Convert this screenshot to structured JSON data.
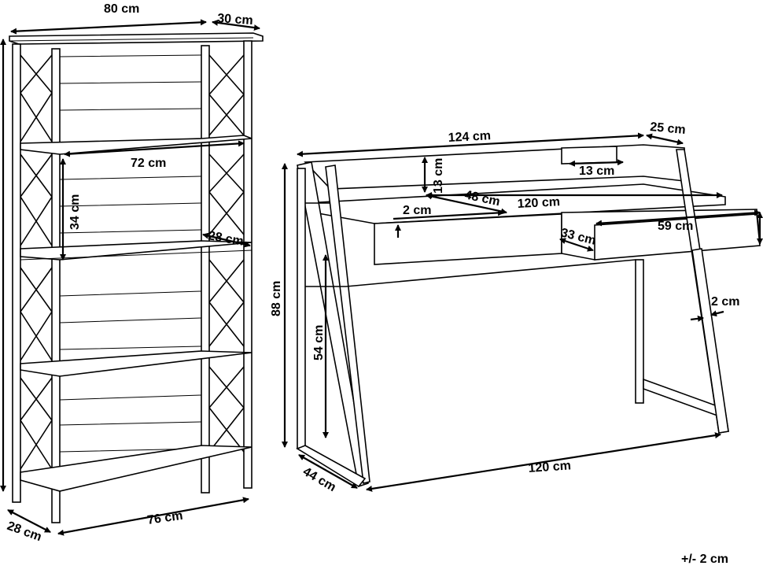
{
  "shelf": {
    "width_top": "80 cm",
    "depth_top": "30 cm",
    "inner_width": "72 cm",
    "shelf_gap": "34 cm",
    "inner_depth": "28 cm",
    "base_depth": "28 cm",
    "base_width": "76 cm"
  },
  "desk": {
    "top_width": "124 cm",
    "top_depth": "25 cm",
    "riser_height": "13 cm",
    "riser_width": "13 cm",
    "drawer_thickness": "2 cm",
    "drawer_depth_left": "48 cm",
    "drawer_width_total": "120 cm",
    "drawer_depth": "33 cm",
    "drawer_width": "59 cm",
    "total_height": "88 cm",
    "leg_height": "54 cm",
    "leg_thickness": "2 cm",
    "base_depth": "44 cm",
    "base_width": "120 cm"
  },
  "tolerance": "+/- 2 cm"
}
